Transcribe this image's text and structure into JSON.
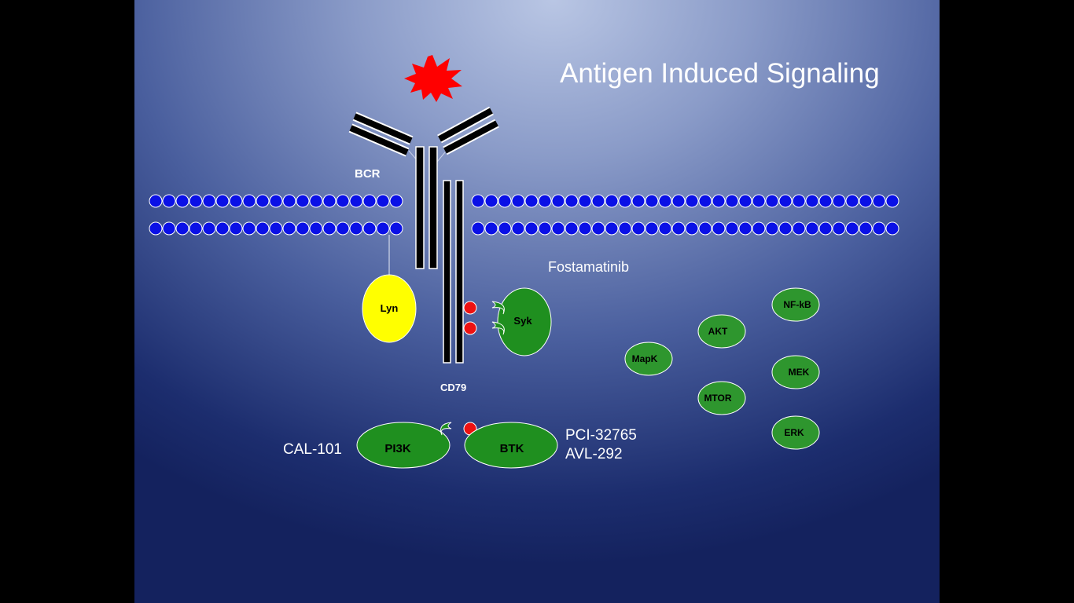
{
  "slide": {
    "title": "Antigen Induced Signaling"
  },
  "labels": {
    "bcr": "BCR",
    "cd79": "CD79",
    "fostamatinib": "Fostamatinib",
    "cal101": "CAL-101",
    "pci": "PCI-32765",
    "avl": "AVL-292"
  },
  "nodes": {
    "lyn": "Lyn",
    "syk": "Syk",
    "pi3k": "PI3K",
    "btk": "BTK",
    "mapk": "MapK",
    "akt": "AKT",
    "mtor": "MTOR",
    "nfkb": "NF-kB",
    "mek": "MEK",
    "erk": "ERK"
  },
  "colors": {
    "membrane": "#0a10e6",
    "lyn": "#ffff00",
    "kinase": "#1f8f1f",
    "kinase_small": "#2e962e",
    "phospho": "#ee1111",
    "antigen": "#ff0000",
    "receptor": "#000000"
  },
  "icons": {
    "antigen": "red-starburst"
  }
}
